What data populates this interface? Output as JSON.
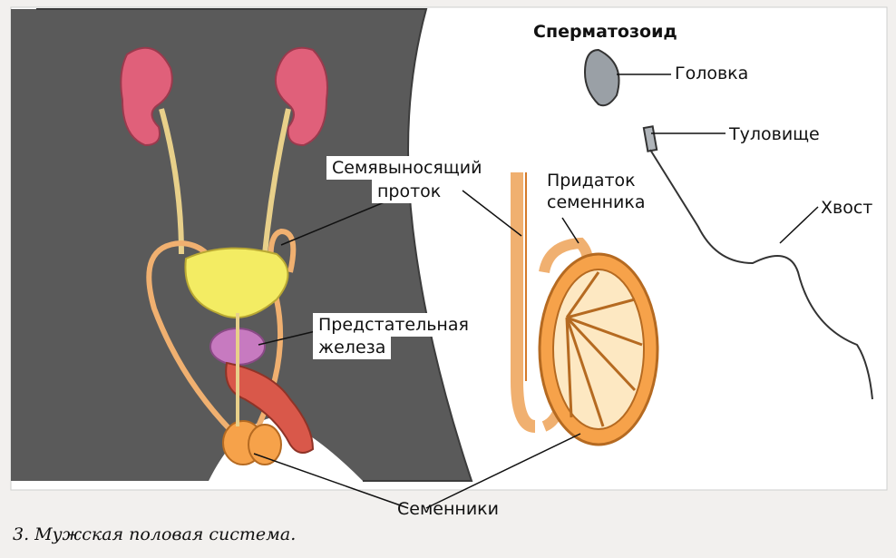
{
  "labels": {
    "sperm_title": "Сперматозоид",
    "head": "Головка",
    "body": "Туловище",
    "tail": "Хвост",
    "vas_deferens_1": "Семявыносящий",
    "vas_deferens_2": "проток",
    "epididymis_1": "Придаток",
    "epididymis_2": "семенника",
    "prostate_1": "Предстательная",
    "prostate_2": "железа",
    "testes": "Семенники"
  },
  "caption": "3. Мужская половая система.",
  "colors": {
    "kidney": "#e0607a",
    "bladder": "#f3ec63",
    "duct": "#f0b070",
    "testis": "#f6a24a",
    "prostate": "#c77ac0",
    "penis": "#d9584a",
    "silhouette": "#555"
  }
}
